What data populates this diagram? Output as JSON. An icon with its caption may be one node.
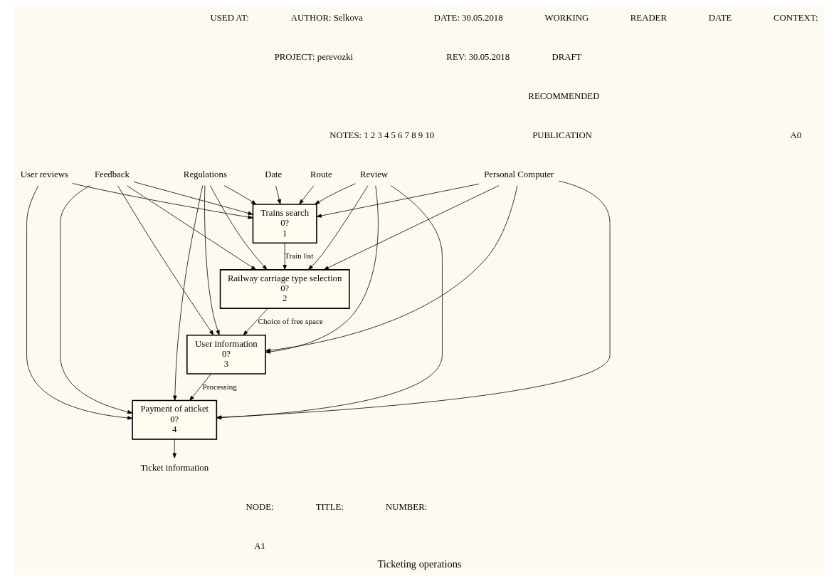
{
  "diagram": {
    "title": "Ticketing operations",
    "nodes": [
      {
        "text": [
          "Regulations"
        ]
      },
      {
        "text": [
          "Feedback"
        ]
      },
      {
        "text": [
          "User reviews"
        ]
      },
      {
        "text": [
          "Route"
        ]
      },
      {
        "text": [
          "Date"
        ]
      },
      {
        "text": [
          "Trains search",
          "0?",
          "1"
        ]
      },
      {
        "text": [
          "Railway carriage type selection",
          "0?",
          "2"
        ]
      },
      {
        "text": [
          "User information",
          "0?",
          "3"
        ]
      },
      {
        "text": [
          "Payment of aticket",
          "0?",
          "4"
        ]
      },
      {
        "text": [
          "Ticket information"
        ]
      },
      {
        "text": [
          "Review"
        ]
      },
      {
        "text": [
          "Personal Computer"
        ]
      }
    ],
    "edges": [
      {
        "from": 3,
        "to": 5,
        "arrow": "to"
      },
      {
        "from": 4,
        "to": 5,
        "arrow": "to"
      },
      {
        "from": 0,
        "to": 5,
        "arrow": "to"
      },
      {
        "from": 0,
        "to": 6,
        "arrow": "to"
      },
      {
        "from": 0,
        "to": 7,
        "arrow": "to"
      },
      {
        "from": 0,
        "to": 8,
        "arrow": "to"
      },
      {
        "from": 1,
        "to": 5,
        "arrow": "to"
      },
      {
        "from": 1,
        "to": 6,
        "arrow": "to"
      },
      {
        "from": 1,
        "to": 7,
        "arrow": "to"
      },
      {
        "from": 1,
        "to": 8,
        "arrow": "to"
      },
      {
        "from": 2,
        "to": 5,
        "arrow": "to"
      },
      {
        "from": 2,
        "to": 8,
        "arrow": "to"
      },
      {
        "from": 5,
        "to": 6,
        "label": "Train list",
        "arrow": "to"
      },
      {
        "from": 6,
        "to": 7,
        "label": "Choice of free space",
        "arrow": "to"
      },
      {
        "from": 7,
        "to": 8,
        "label": "Processing",
        "arrow": "to"
      },
      {
        "from": 8,
        "to": 9,
        "arrow": "to"
      },
      {
        "from": 10,
        "to": 5,
        "arrow": "to"
      },
      {
        "from": 10,
        "to": 6,
        "arrow": "to"
      },
      {
        "from": 10,
        "to": 7,
        "arrow": "to"
      },
      {
        "from": 10,
        "to": 8,
        "arrow": "to"
      },
      {
        "from": 11,
        "to": 5,
        "arrow": "to"
      },
      {
        "from": 11,
        "to": 6,
        "arrow": "to"
      },
      {
        "from": 11,
        "to": 7,
        "arrow": "to"
      },
      {
        "from": 11,
        "to": 8,
        "arrow": "to"
      }
    ],
    "labels": [
      "USED AT:",
      "AUTHOR: Selkova",
      "PROJECT: perevozki",
      "NOTES: 1 2 3 4 5 6 7 8 9 10",
      "DATE: 30.05.2018",
      "REV: 30.05.2018",
      "WORKING",
      "DRAFT",
      "RECOMMENDED",
      "PUBLICATION",
      "READER",
      "DATE",
      "CONTEXT:",
      "A0",
      "NODE:",
      "A1",
      "TITLE:",
      "NUMBER:"
    ]
  }
}
